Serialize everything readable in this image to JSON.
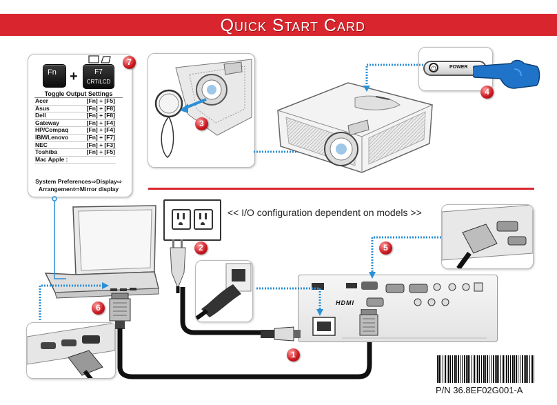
{
  "header": {
    "title": "Quick Start Card"
  },
  "keyboard_panel": {
    "fn_key": "Fn",
    "plus": "+",
    "f7_key_top": "F7",
    "f7_key_bottom": "CRT/LCD",
    "table_title": "Toggle Output Settings",
    "rows": [
      {
        "brand": "Acer",
        "keys": "[Fn] + [F5]"
      },
      {
        "brand": "Asus",
        "keys": "[Fn] + [F8]"
      },
      {
        "brand": "Dell",
        "keys": "[Fn] + [F8]"
      },
      {
        "brand": "Gateway",
        "keys": "[Fn] + [F4]"
      },
      {
        "brand": "HP/Compaq",
        "keys": "[Fn] + [F4]"
      },
      {
        "brand": "IBM/Lenovo",
        "keys": "[Fn] + [F7]"
      },
      {
        "brand": "NEC",
        "keys": "[Fn] + [F3]"
      },
      {
        "brand": "Toshiba",
        "keys": "[Fn] + [F5]"
      },
      {
        "brand": "Mac Apple :",
        "keys": ""
      }
    ],
    "mac_line1": "System Preferences⇨Display⇨",
    "mac_line2": "Arrangement⇨Mirror display"
  },
  "steps": {
    "s1": "1",
    "s2": "2",
    "s3": "3",
    "s4": "4",
    "s5": "5",
    "s6": "6",
    "s7": "7"
  },
  "power_button": {
    "label": "POWER"
  },
  "io_note": "<< I/O configuration dependent on models >>",
  "rear_panel": {
    "hdmi_label": "HDMI"
  },
  "part_number": "P/N 36.8EF02G001-A",
  "colors": {
    "accent_red": "#d9262e",
    "dotted_blue": "#2a8fd6",
    "cable": "#111111"
  }
}
